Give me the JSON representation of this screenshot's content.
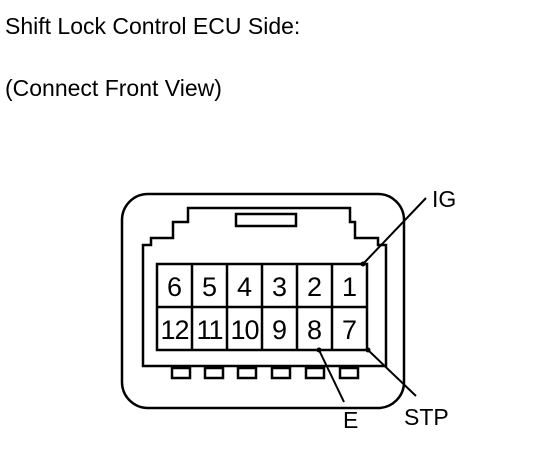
{
  "header": {
    "title": "Shift Lock Control ECU Side:",
    "subtitle": "(Connect Front View)"
  },
  "connector": {
    "top_row": [
      "6",
      "5",
      "4",
      "3",
      "2",
      "1"
    ],
    "bottom_row": [
      "12",
      "11",
      "10",
      "9",
      "8",
      "7"
    ],
    "terminals": {
      "ig": "IG",
      "stp": "STP",
      "e": "E"
    }
  }
}
